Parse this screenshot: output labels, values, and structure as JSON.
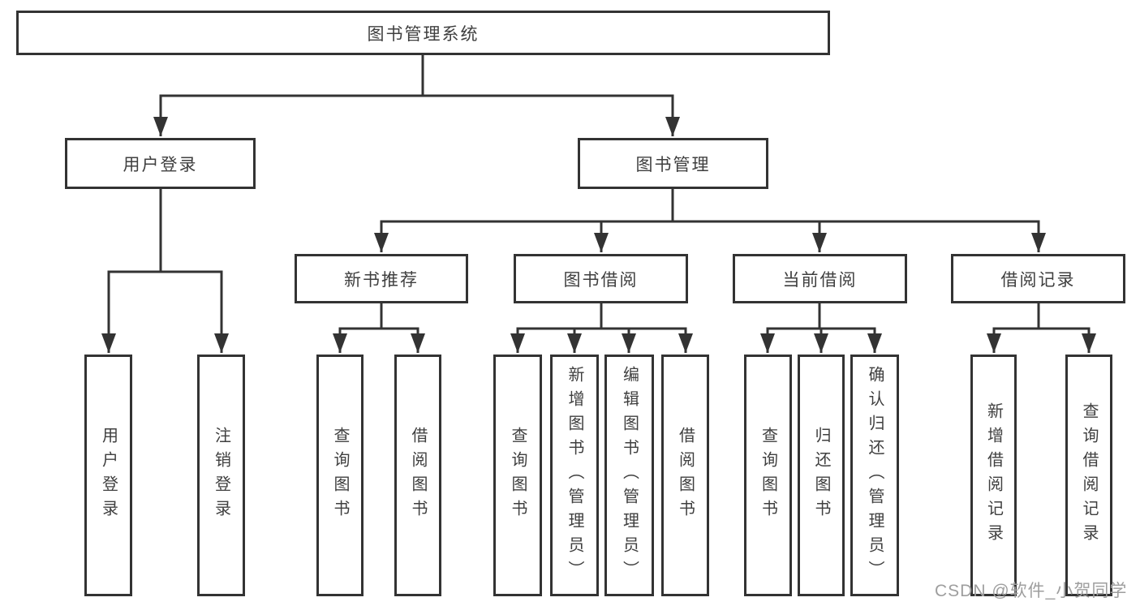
{
  "diagram_title": "图书管理系统",
  "nodes": {
    "root": "图书管理系统",
    "user_login": "用户登录",
    "book_management": "图书管理",
    "new_book_recommend": "新书推荐",
    "book_borrowing": "图书借阅",
    "current_borrowing": "当前借阅",
    "borrowing_records": "借阅记录",
    "login": "用户登录",
    "logout": "注销登录",
    "recommend_query_books": "查询图书",
    "recommend_borrow_books": "借阅图书",
    "borrowing_query_books": "查询图书",
    "borrowing_add_books": "新增图书（管理员）",
    "borrowing_edit_books": "编辑图书（管理员）",
    "borrowing_borrow_books": "借阅图书",
    "current_query_books": "查询图书",
    "current_return_books": "归还图书",
    "current_confirm_return": "确认归还（管理员）",
    "records_add_record": "新增借阅记录",
    "records_query_record": "查询借阅记录"
  },
  "structure": {
    "root": [
      "user_login",
      "book_management"
    ],
    "user_login": [
      "login",
      "logout"
    ],
    "book_management": [
      "new_book_recommend",
      "book_borrowing",
      "current_borrowing",
      "borrowing_records"
    ],
    "new_book_recommend": [
      "recommend_query_books",
      "recommend_borrow_books"
    ],
    "book_borrowing": [
      "borrowing_query_books",
      "borrowing_add_books",
      "borrowing_edit_books",
      "borrowing_borrow_books"
    ],
    "current_borrowing": [
      "current_query_books",
      "current_return_books",
      "current_confirm_return"
    ],
    "borrowing_records": [
      "records_add_record",
      "records_query_record"
    ]
  },
  "watermark": {
    "text": "CSDN @软件_小贺同学"
  },
  "colors": {
    "line": "#333333",
    "text": "#3f3f3f",
    "background": "#ffffff",
    "watermark": "#9e9e9e"
  }
}
